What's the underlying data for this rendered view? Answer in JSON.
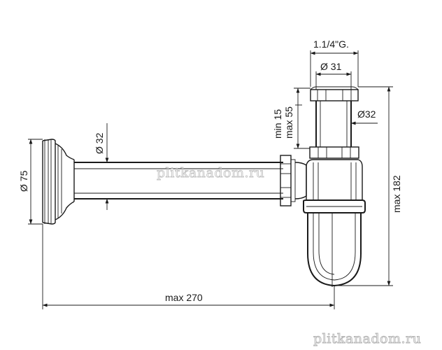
{
  "dimensions": {
    "thread": "1.1/4\"G.",
    "outlet_diameter": "Ø 31",
    "height_adjust_min": "min 15",
    "height_adjust_max": "max 55",
    "vertical_pipe_diameter": "Ø32",
    "horizontal_pipe_diameter": "Ø 32",
    "flange_diameter": "Ø 75",
    "total_height": "max 182",
    "total_length": "max 270"
  },
  "watermark": {
    "center": "plitkanadom.ru",
    "corner": "plitkanadom.ru"
  },
  "colors": {
    "line": "#1a1a1a",
    "background": "#ffffff",
    "watermark": "#c4c4c4"
  }
}
